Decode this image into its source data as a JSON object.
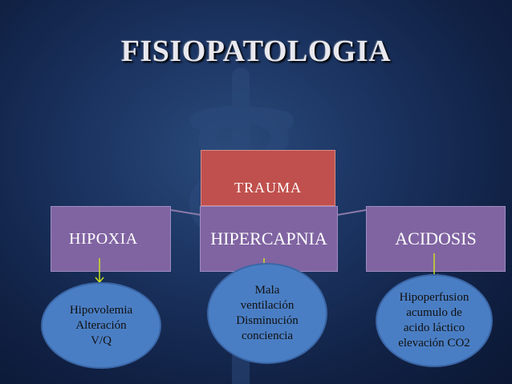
{
  "title": "FISIOPATOLOGIA",
  "center_box": {
    "label": "TRAUMA"
  },
  "categories": [
    {
      "label": "HIPOXIA",
      "details": [
        "Hipovolemia",
        "Alteración",
        "V/Q"
      ]
    },
    {
      "label": "HIPERCAPNIA",
      "details": [
        "Mala",
        "ventilación",
        "Disminución",
        "conciencia"
      ]
    },
    {
      "label": "ACIDOSIS",
      "details": [
        "Hipoperfusion",
        "acumulo de",
        "acido láctico",
        "elevación  CO2"
      ]
    }
  ],
  "colors": {
    "background": "#1c3563",
    "trauma_box": "#c0504d",
    "category_box": "#8064a2",
    "detail_ellipse": "#4a7ec4",
    "arrow": "#c8e020"
  }
}
